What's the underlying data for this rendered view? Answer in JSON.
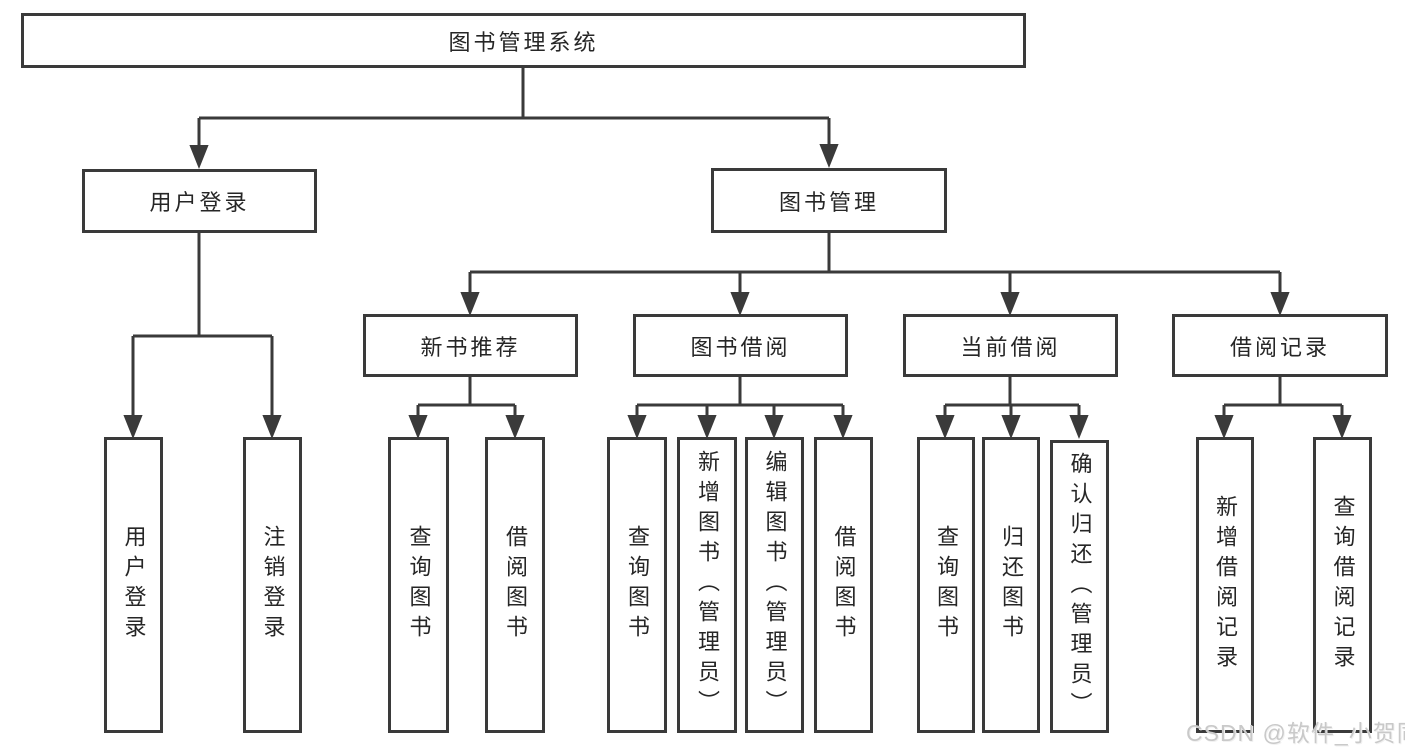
{
  "diagram": {
    "tree": {
      "root": "图书管理系统",
      "user_login": {
        "label": "用户登录",
        "children": [
          "用户登录",
          "注销登录"
        ]
      },
      "book_management": {
        "label": "图书管理",
        "sections": {
          "new_books": {
            "label": "新书推荐",
            "children": [
              "查询图书",
              "借阅图书"
            ]
          },
          "book_borrow": {
            "label": "图书借阅",
            "children": [
              "查询图书",
              "新增图书（管理员）",
              "编辑图书（管理员）",
              "借阅图书"
            ]
          },
          "current_borrow": {
            "label": "当前借阅",
            "children": [
              "查询图书",
              "归还图书",
              "确认归还（管理员）"
            ]
          },
          "borrow_records": {
            "label": "借阅记录",
            "children": [
              "新增借阅记录",
              "查询借阅记录"
            ]
          }
        }
      }
    },
    "watermark": "CSDN @软件_小贺同学",
    "colors": {
      "line": "#3a3a3a",
      "text": "#262626",
      "background": "#ffffff",
      "watermark": "#c9c9c9"
    }
  }
}
